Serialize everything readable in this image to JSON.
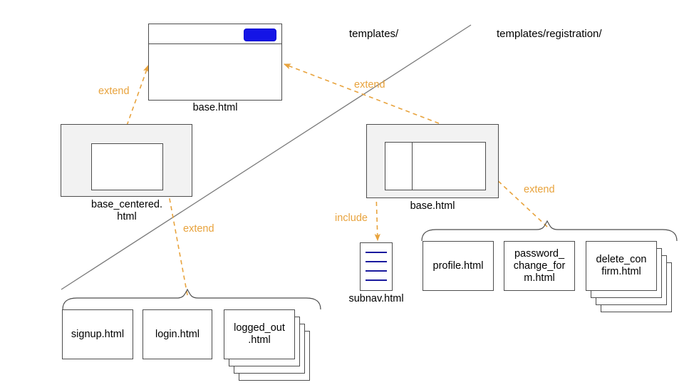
{
  "diagram": {
    "title": "Django template inheritance diagram",
    "colors": {
      "stroke": "#4d4d4d",
      "shaded_fill": "#f2f2f2",
      "accent_orange": "#e8a33d",
      "pill_blue": "#1414e6",
      "subnav_line_blue": "#1a1a9e",
      "divider_gray": "#7a7a7a",
      "background": "#ffffff"
    }
  },
  "directory_labels": [
    {
      "id": "templates",
      "text": "templates/"
    },
    {
      "id": "templates_registration",
      "text": "templates/registration/"
    }
  ],
  "nodes": {
    "base_top": {
      "caption": "base.html",
      "icon": "browser-window-icon",
      "pill": "blue-pill"
    },
    "base_centered": {
      "caption": "base_centered.\nhtml",
      "icon": "centered-layout-icon"
    },
    "base_registration": {
      "caption": "base.html",
      "icon": "two-column-layout-icon"
    },
    "subnav": {
      "caption": "subnav.html",
      "icon": "nav-list-icon",
      "line_count": 4
    }
  },
  "auth_group": {
    "items": [
      {
        "id": "signup",
        "label": "signup.html",
        "stacked": false
      },
      {
        "id": "login",
        "label": "login.html",
        "stacked": false
      },
      {
        "id": "logged_out",
        "label": "logged_out\n.html",
        "stacked": true
      }
    ]
  },
  "registration_group": {
    "items": [
      {
        "id": "profile",
        "label": "profile.html",
        "stacked": false
      },
      {
        "id": "password_change_form",
        "label": "password_\nchange_for\nm.html",
        "stacked": false
      },
      {
        "id": "delete_confirm",
        "label": "delete_con\nfirm.html",
        "stacked": true
      }
    ]
  },
  "relations": [
    {
      "id": "extend-centered-to-base",
      "label": "extend",
      "kind": "extend"
    },
    {
      "id": "extend-registration-to-base",
      "label": "extend",
      "kind": "extend"
    },
    {
      "id": "extend-auth-to-centered",
      "label": "extend",
      "kind": "extend"
    },
    {
      "id": "extend-registration-pages-to-base",
      "label": "extend",
      "kind": "extend"
    },
    {
      "id": "include-subnav",
      "label": "include",
      "kind": "include"
    }
  ]
}
